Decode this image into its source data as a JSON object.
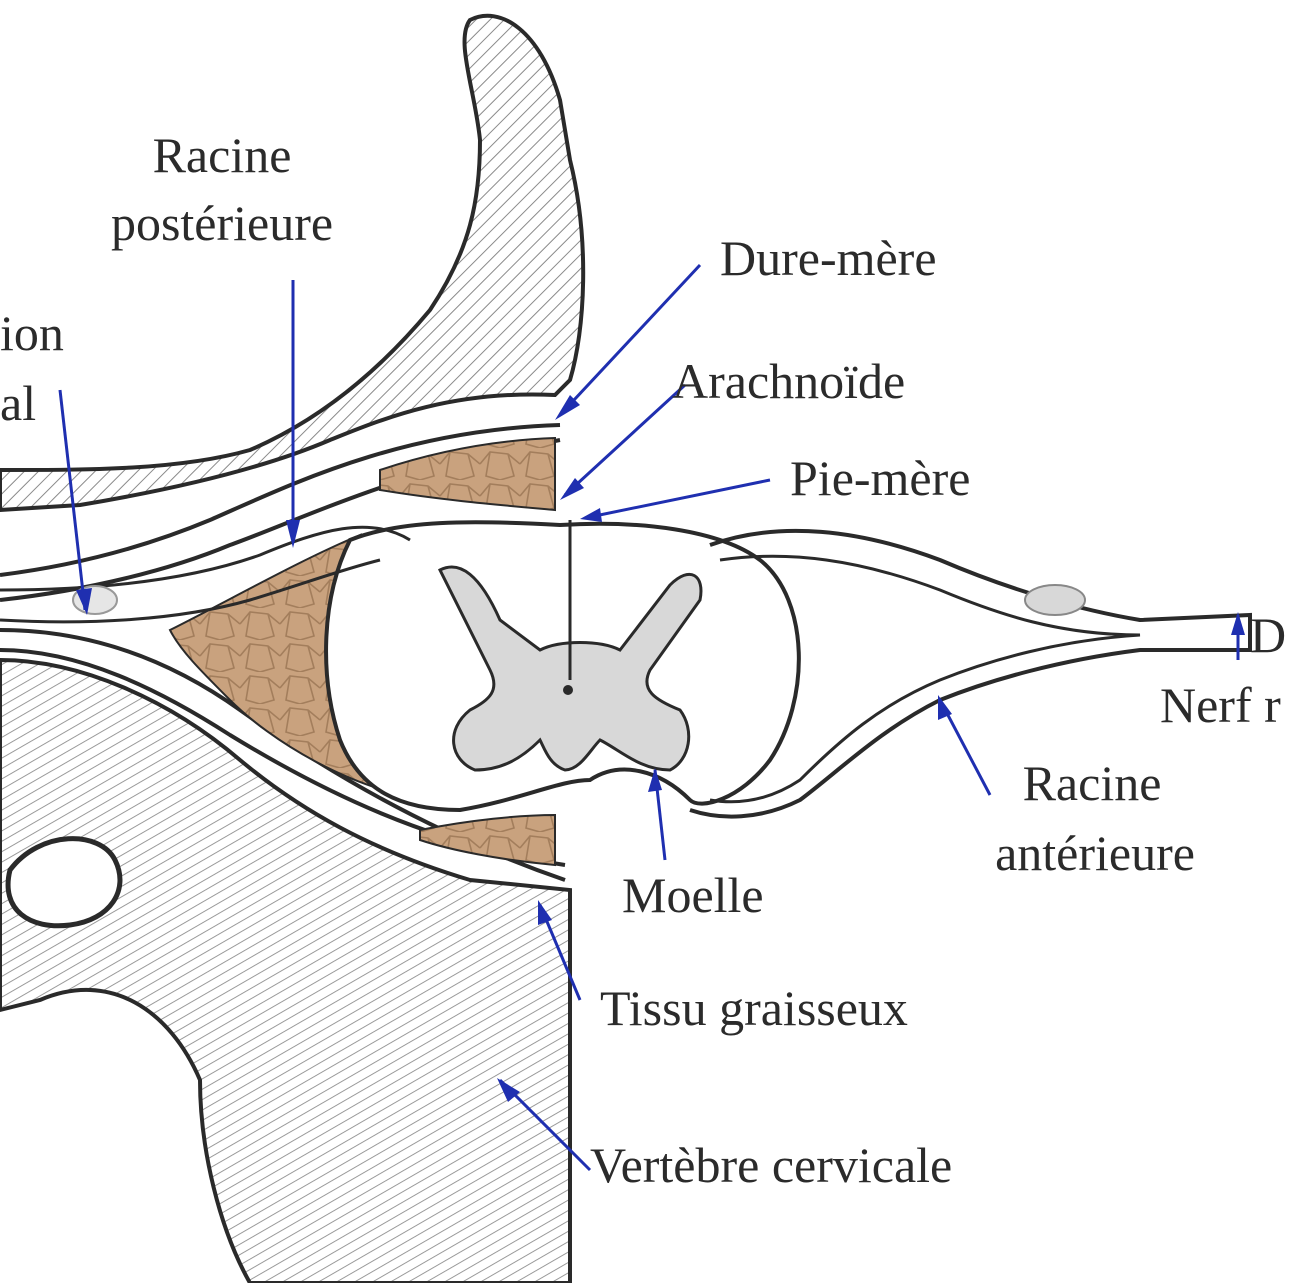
{
  "labels": {
    "racine_posterieure": [
      "Racine",
      "postérieure"
    ],
    "ganglion_spinal": [
      "ion",
      "al"
    ],
    "dure_mere": "Dure-mère",
    "arachnoide": "Arachnoïde",
    "pie_mere": "Pie-mère",
    "nerf": "Nerf r",
    "nerf_tip": "D",
    "racine_anterieure": [
      "Racine",
      "antérieure"
    ],
    "moelle": "Moelle",
    "tissu_graisseux": "Tissu graisseux",
    "vertebre_cervicale": "Vertèbre cervicale"
  },
  "colors": {
    "pointer": "#1f2fb0",
    "fat_tissue": "#c9a27e",
    "bone_hatch": "#8a8a8a",
    "outline": "#2a2a2a",
    "grey_matter": "#d8d8d8"
  }
}
